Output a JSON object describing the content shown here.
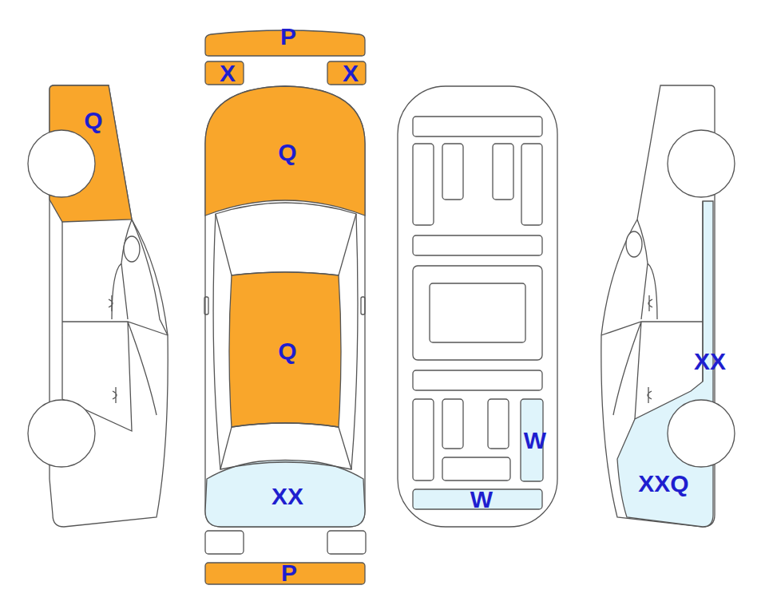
{
  "diagram": {
    "labels": [
      "P",
      "X",
      "X",
      "Q",
      "Q",
      "Q",
      "XX",
      "W",
      "XXQ",
      "XX",
      "W",
      "P"
    ]
  }
}
